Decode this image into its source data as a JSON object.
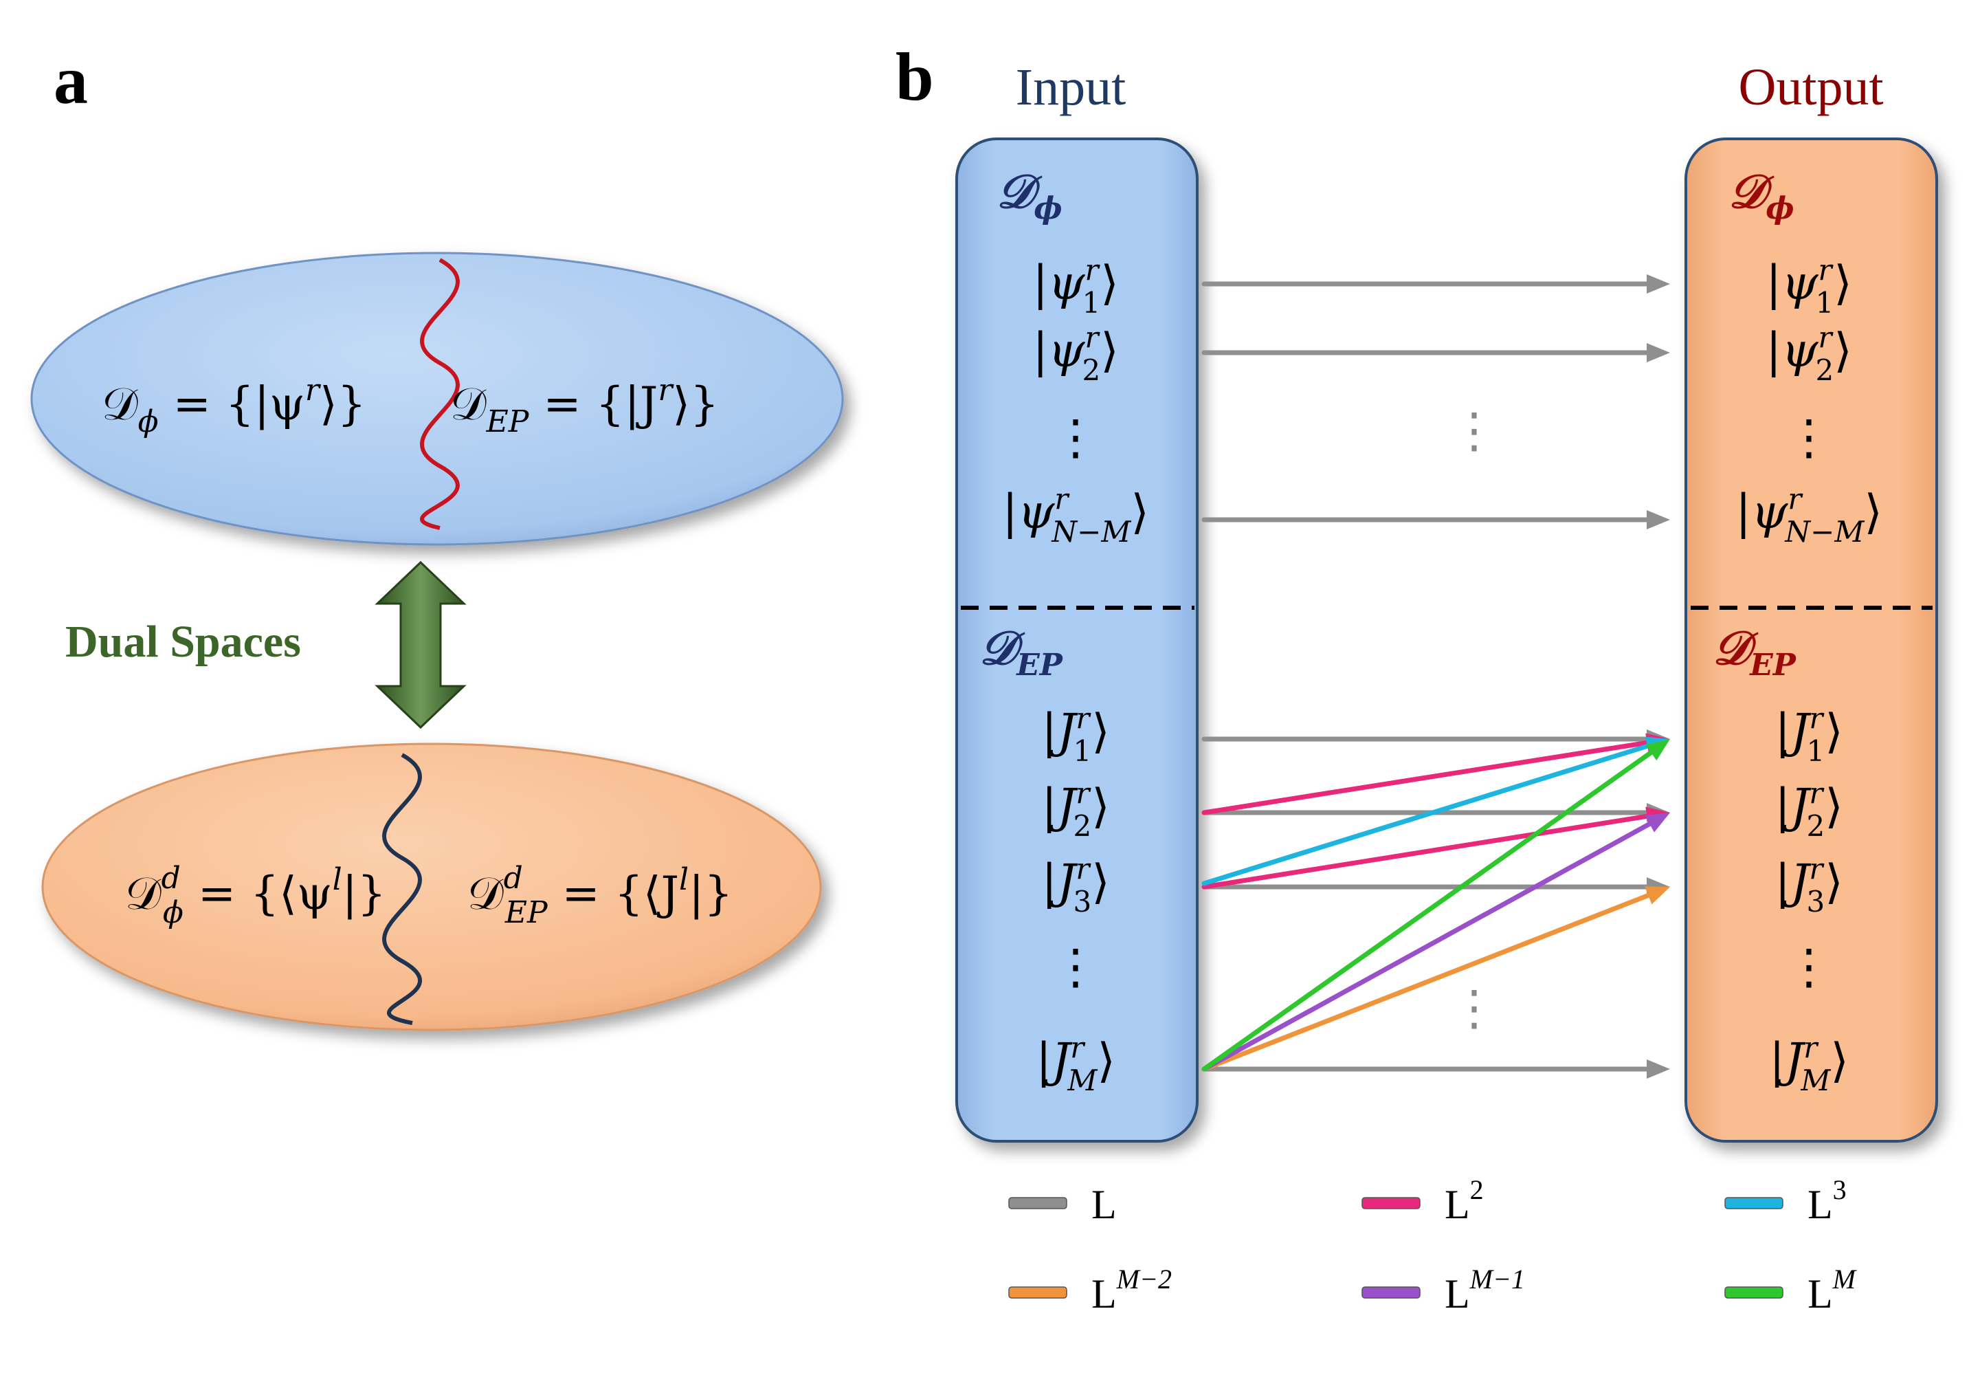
{
  "panel_a": {
    "label": "a",
    "top_ellipse": {
      "left_text": {
        "calD": "𝒟",
        "sub": "ϕ",
        "rest": " = {|ψ",
        "sup": "r",
        "close": "⟩}"
      },
      "right_text": {
        "calD": "𝒟",
        "sub": "EP",
        "rest": " = {|J",
        "sup": "r",
        "close": "⟩}"
      },
      "fill": "#a9c9ee",
      "wave_color": "#c8141e"
    },
    "bottom_ellipse": {
      "left_text": {
        "calD": "𝒟",
        "sub": "ϕ",
        "sup_d": "d",
        "rest": " = {⟨ψ",
        "sup": "l",
        "close": "|}"
      },
      "right_text": {
        "calD": "𝒟",
        "sub": "EP",
        "sup_d": "d",
        "rest": " = {⟨J",
        "sup": "l",
        "close": "|}"
      },
      "fill": "#f8bc8e",
      "wave_color": "#1f3350"
    },
    "dual_label": "Dual Spaces",
    "arrow_color": "#3f6a2c"
  },
  "panel_b": {
    "label": "b",
    "input_title": "Input",
    "output_title": "Output",
    "input_title_color": "#1f3864",
    "output_title_color": "#8b0000",
    "input_fill": "#a9c9ee",
    "output_fill": "#f8bc8e",
    "sections": {
      "phi": {
        "calD": "𝒟",
        "sub": "ϕ"
      },
      "ep": {
        "calD": "𝒟",
        "sub": "EP"
      }
    },
    "phi_states": [
      {
        "sym": "ψ",
        "sup": "r",
        "sub": "1"
      },
      {
        "sym": "ψ",
        "sup": "r",
        "sub": "2"
      },
      {
        "sym": "ψ",
        "sup": "r",
        "sub": "N−M"
      }
    ],
    "ep_states": [
      {
        "sym": "J",
        "sup": "r",
        "sub": "1"
      },
      {
        "sym": "J",
        "sup": "r",
        "sub": "2"
      },
      {
        "sym": "J",
        "sup": "r",
        "sub": "3"
      },
      {
        "sym": "J",
        "sup": "r",
        "sub": "M"
      }
    ],
    "vdots": "⋮",
    "legend": [
      {
        "base": "L",
        "sup": "",
        "color": "#8f8f8f"
      },
      {
        "base": "L",
        "sup": "2",
        "color": "#e8287a"
      },
      {
        "base": "L",
        "sup": "3",
        "color": "#1eb4e0"
      },
      {
        "base": "L",
        "sup": "M−2",
        "color": "#f0943c"
      },
      {
        "base": "L",
        "sup": "M−1",
        "color": "#9a50c8"
      },
      {
        "base": "L",
        "sup": "M",
        "color": "#2ec82e"
      }
    ]
  }
}
